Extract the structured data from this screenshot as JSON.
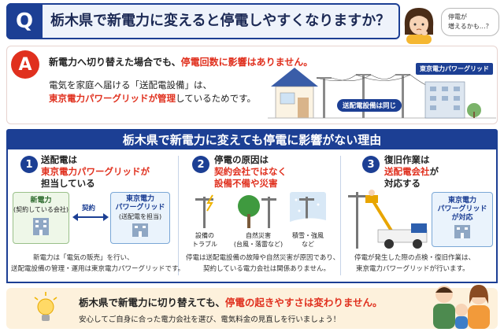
{
  "question": {
    "badge": "Q",
    "title": "栃木県で新電力に変えると停電しやすくなりますか？",
    "bubble_line1": "停電が",
    "bubble_line2": "増えるかも…？"
  },
  "answer": {
    "badge": "A",
    "line1_prefix": "新電力へ切り替えた場合でも、",
    "line1_emphasis": "停電回数に影響はありません。",
    "line2": "電気を家庭へ届ける「送配電設備」は、",
    "line3_emphasis": "東京電力パワーグリッドが管理",
    "line3_suffix": "しているためです。",
    "company_sign": "東京電力パワーグリッド",
    "equipment_label": "送配電設備は同じ"
  },
  "reasons": {
    "title": "栃木県で新電力に変えても停電に影響がない理由",
    "items": [
      {
        "number": "1",
        "line1": "送配電は",
        "line2": "東京電力パワーグリッドが",
        "line3": "担当している",
        "left_box_title": "新電力",
        "left_box_sub": "(契約している会社)",
        "contract_label": "契約",
        "right_box_title1": "東京電力",
        "right_box_title2": "パワーグリッド",
        "right_box_sub": "(送配電を担当)",
        "note1": "新電力は「電気の販売」を行い、",
        "note2": "送配電設備の管理・運用は東京電力パワーグリッドです。"
      },
      {
        "number": "2",
        "line1": "停電の原因は",
        "line2": "契約会社ではなく",
        "line3": "設備不備や災害",
        "cause1_line1": "設備の",
        "cause1_line2": "トラブル",
        "cause2_line1": "自然災害",
        "cause2_line2": "(台風・落雷など)",
        "cause3_line1": "積雪・強風",
        "cause3_line2": "など",
        "note1": "停電は送配電設備の故障や自然災害が原因であり、",
        "note2": "契約している電力会社は関係ありません。"
      },
      {
        "number": "3",
        "line1": "復旧作業は",
        "line2": "送配電会社",
        "line2_suffix": "が",
        "line3": "対応する",
        "box_line1": "東京電力",
        "box_line2": "パワーグリッド",
        "box_line3": "が対応",
        "note1": "停電が発生した際の点検・復旧作業は、",
        "note2": "東京電力パワーグリッドが行います。"
      }
    ]
  },
  "conclusion": {
    "line1_prefix": "栃木県で新電力に切り替えても、",
    "line1_emphasis": "停電の起きやすさは変わりません。",
    "line2": "安心してご自身に合った電力会社を選び、電気料金の見直しを行いましょう！"
  },
  "colors": {
    "navy": "#1c3f94",
    "red": "#e0301e",
    "cream": "#fdf1dc"
  }
}
